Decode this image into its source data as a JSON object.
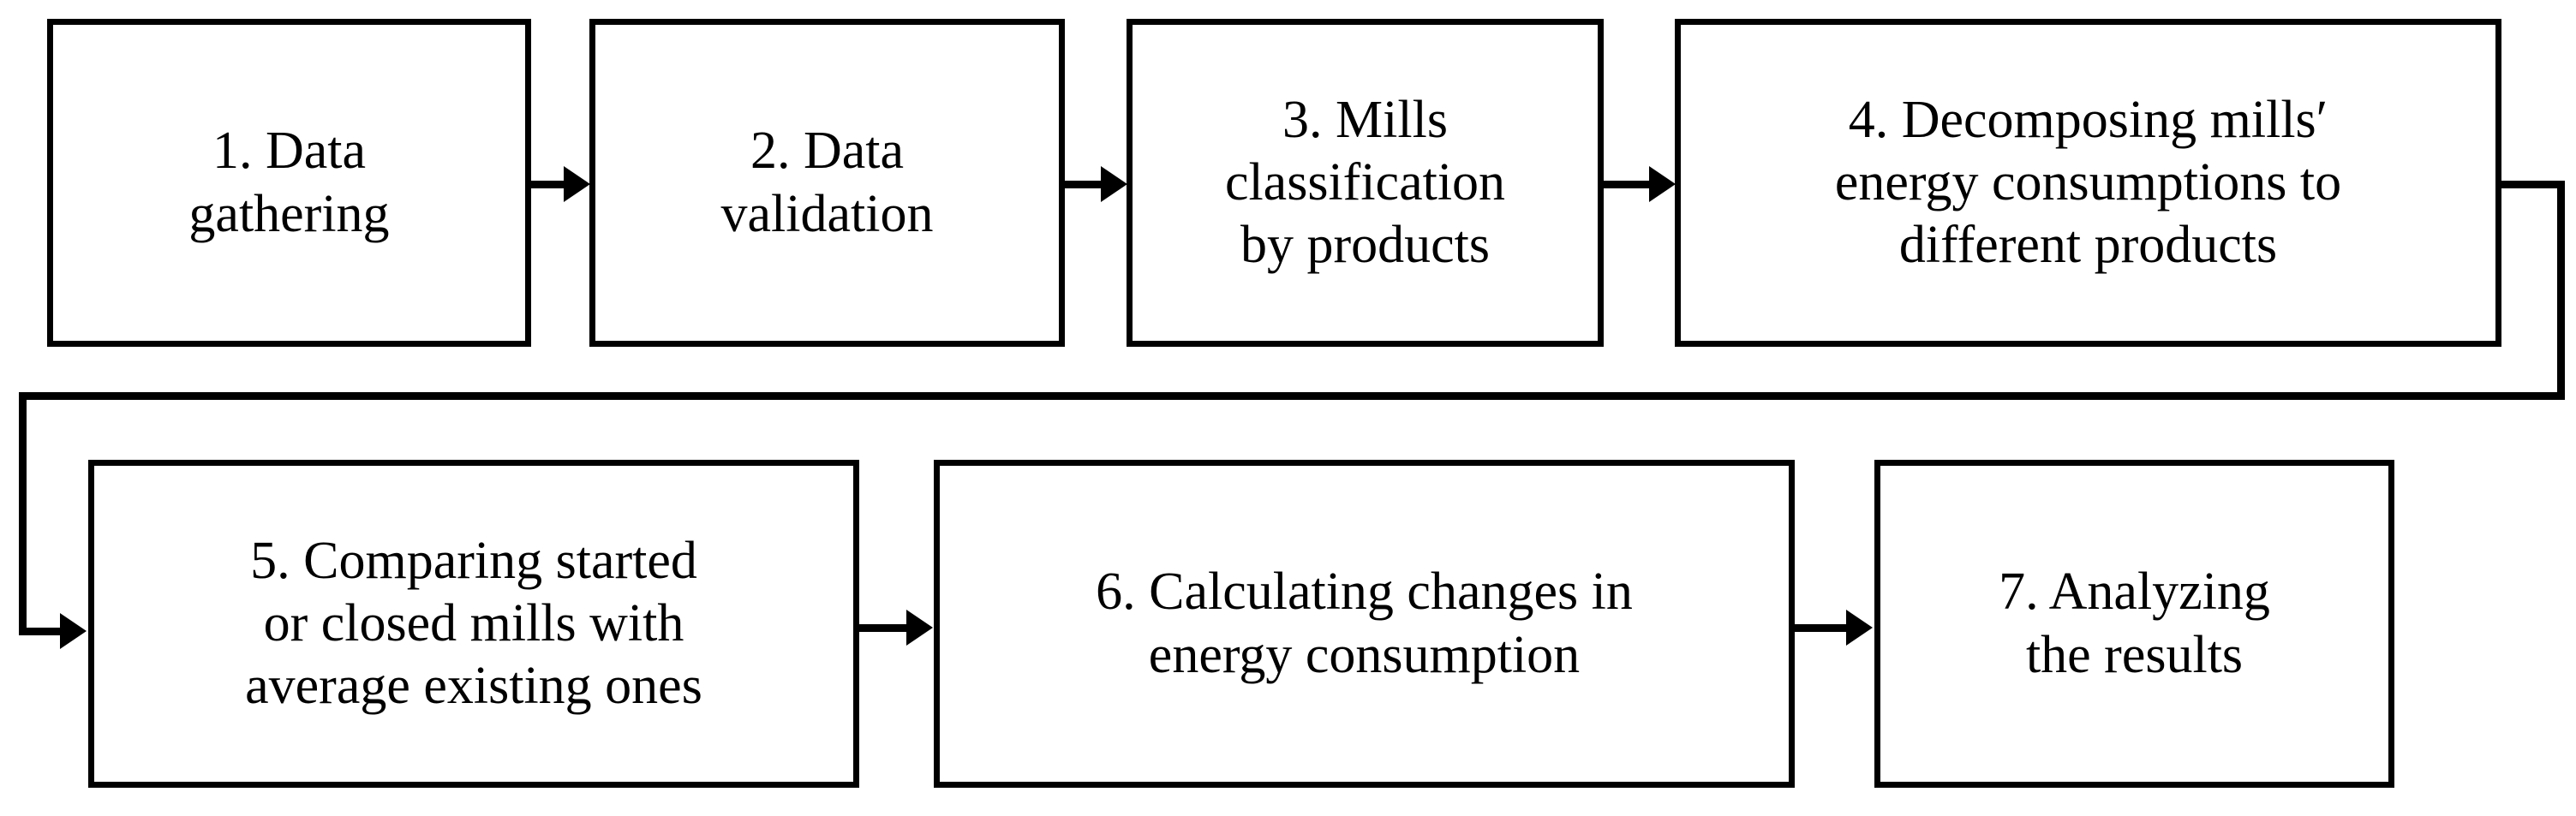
{
  "diagram": {
    "type": "flowchart",
    "title": "",
    "orientation": "left-to-right, wrapping to a second row",
    "background_color": "#ffffff",
    "line_color": "#000000",
    "text_color": "#000000",
    "nodes": [
      {
        "id": "1",
        "label": "1. Data\ngathering"
      },
      {
        "id": "2",
        "label": "2. Data\nvalidation"
      },
      {
        "id": "3",
        "label": "3. Mills\nclassification\nby products"
      },
      {
        "id": "4",
        "label": "4. Decomposing mills′\nenergy consumptions to\ndifferent products"
      },
      {
        "id": "5",
        "label": "5. Comparing started\nor closed mills with\naverage existing ones"
      },
      {
        "id": "6",
        "label": "6. Calculating changes in\nenergy consumption"
      },
      {
        "id": "7",
        "label": "7. Analyzing\nthe results"
      }
    ],
    "edges": [
      {
        "from": "1",
        "to": "2",
        "style": "arrow"
      },
      {
        "from": "2",
        "to": "3",
        "style": "arrow"
      },
      {
        "from": "3",
        "to": "4",
        "style": "arrow"
      },
      {
        "from": "4",
        "to": "5",
        "style": "arrow-wraparound"
      },
      {
        "from": "5",
        "to": "6",
        "style": "arrow"
      },
      {
        "from": "6",
        "to": "7",
        "style": "arrow"
      }
    ]
  }
}
